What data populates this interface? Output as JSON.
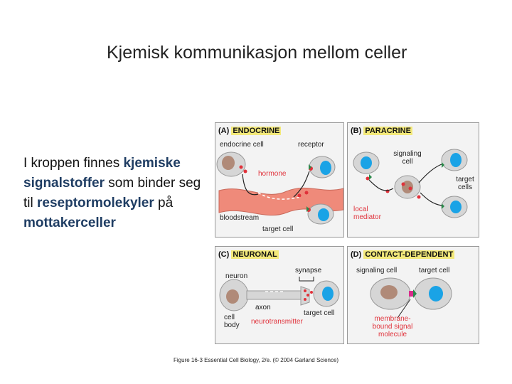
{
  "slide": {
    "title": "Kjemisk kommunikasjon mellom celler",
    "body": [
      {
        "text": "I kroppen finnes ",
        "highlight": false
      },
      {
        "text": "kjemiske signalstoffer",
        "highlight": true
      },
      {
        "text": " som binder seg til ",
        "highlight": false
      },
      {
        "text": "reseptormolekyler",
        "highlight": true
      },
      {
        "text": " på ",
        "highlight": false
      },
      {
        "text": "mottakerceller",
        "highlight": true
      }
    ]
  },
  "figure": {
    "panels": {
      "a": {
        "letter": "(A)",
        "name": "ENDOCRINE",
        "labels": {
          "endocrine_cell": "endocrine cell",
          "receptor": "receptor",
          "hormone": "hormone",
          "bloodstream": "bloodstream",
          "target_cell": "target cell"
        }
      },
      "b": {
        "letter": "(B)",
        "name": "PARACRINE",
        "labels": {
          "signaling_cell": "signaling cell",
          "target_cells": "target cells",
          "local_mediator": "local mediator"
        }
      },
      "c": {
        "letter": "(C)",
        "name": "NEURONAL",
        "labels": {
          "neuron": "neuron",
          "synapse": "synapse",
          "axon": "axon",
          "cell_body": "cell body",
          "target_cell": "target cell",
          "neurotransmitter": "neurotransmitter"
        }
      },
      "d": {
        "letter": "(D)",
        "name": "CONTACT-DEPENDENT",
        "labels": {
          "signaling_cell": "signaling cell",
          "target_cell": "target cell",
          "membrane_signal": "membrane-bound signal molecule"
        }
      }
    },
    "caption": "Figure 16-3  Essential Cell Biology, 2/e. (© 2004 Garland Science)",
    "colors": {
      "nucleus_blue": "#1aa3e6",
      "nucleus_brown": "#b08a78",
      "signal_red": "#e0323b",
      "receptor_green": "#2a8a4a",
      "blood": "#ef8a7a",
      "highlight": "#f3e97a"
    }
  }
}
